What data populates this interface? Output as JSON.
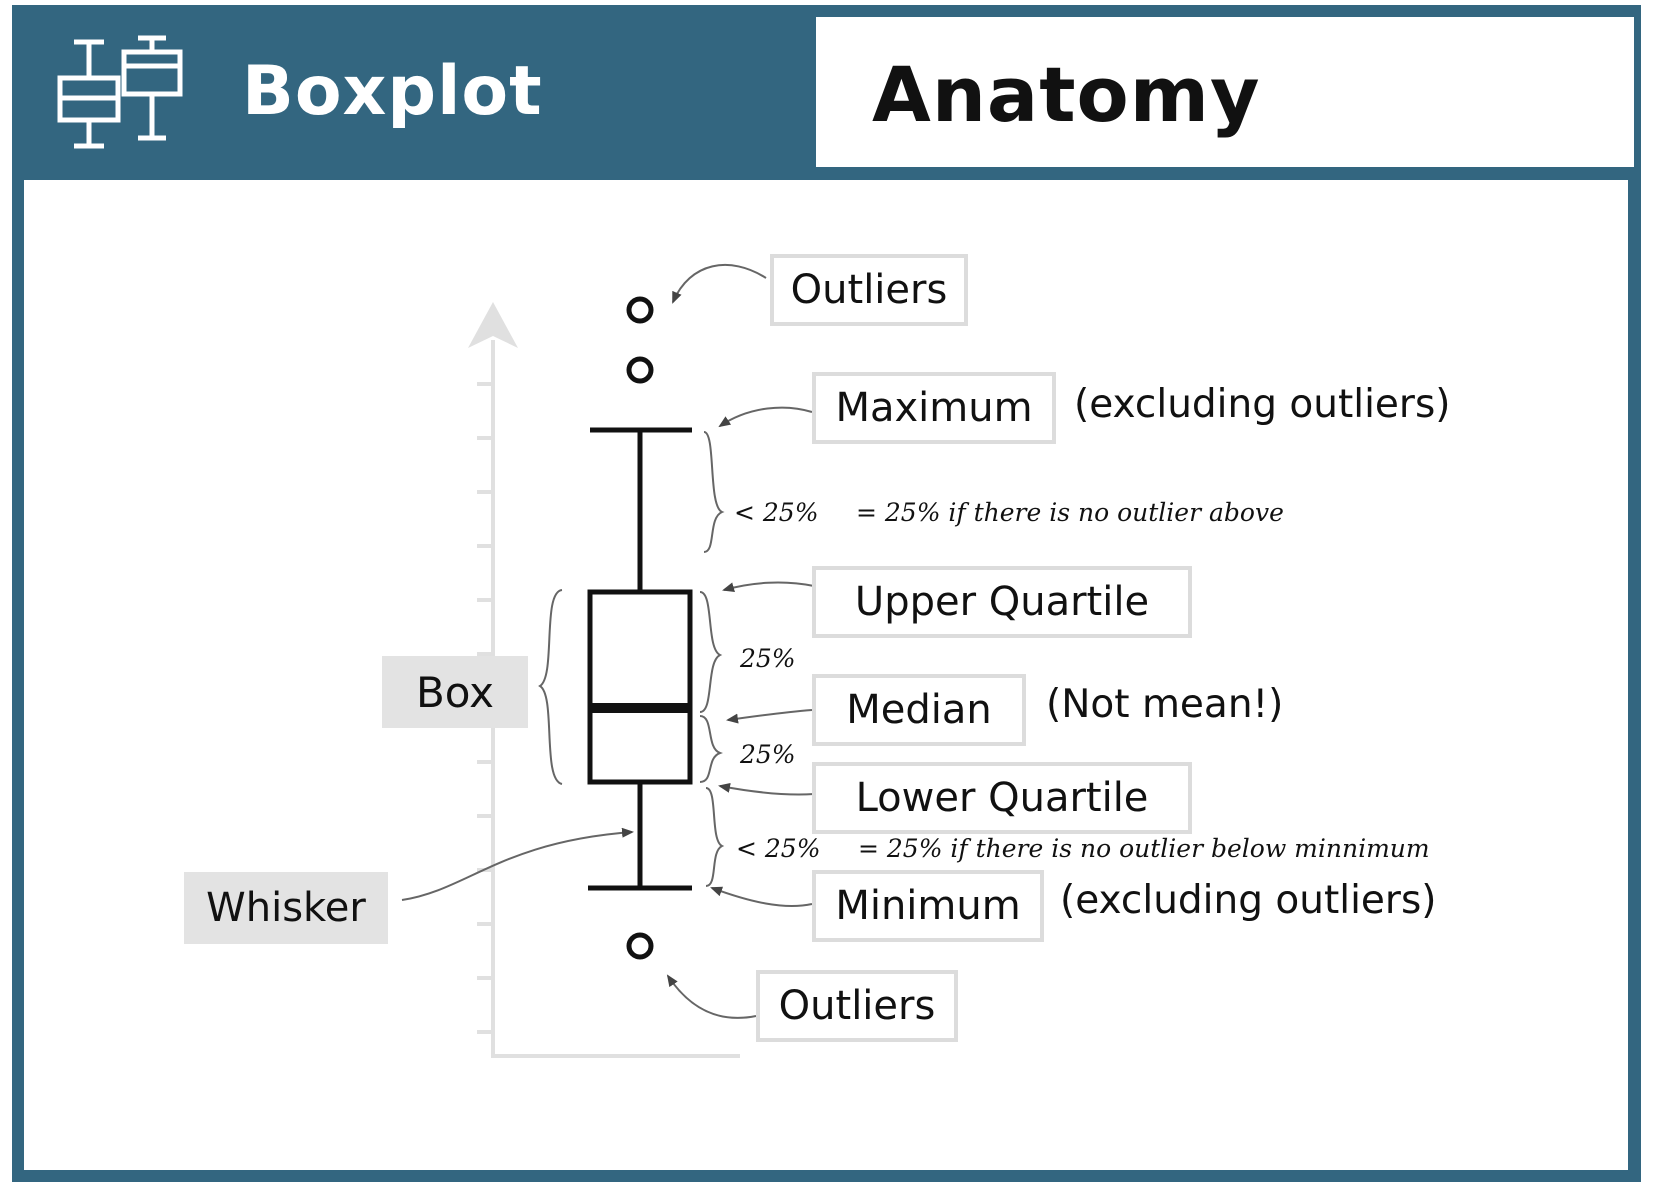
{
  "header": {
    "app_title": "Boxplot",
    "section_title": "Anatomy",
    "icon": "boxplot-icon",
    "colors": {
      "frame": "#336680",
      "canvas": "#ffffff",
      "label_fill": "#e3e3e3",
      "label_border": "#dcdcdc",
      "axis": "#e0e0e0"
    }
  },
  "labels": {
    "outliers_top": "Outliers",
    "maximum": "Maximum",
    "maximum_note": "(excluding outliers)",
    "upper_quartile": "Upper Quartile",
    "median": "Median",
    "median_note": "(Not mean!)",
    "lower_quartile": "Lower Quartile",
    "minimum": "Minimum",
    "minimum_note": "(excluding outliers)",
    "outliers_bottom": "Outliers",
    "box": "Box",
    "whisker": "Whisker"
  },
  "percentages": {
    "upper_whisker": "< 25%",
    "upper_whisker_note": "= 25% if there is no outlier above",
    "upper_box": "25%",
    "lower_box": "25%",
    "lower_whisker": "< 25%",
    "lower_whisker_note": "= 25% if there is no outlier below minnimum"
  }
}
